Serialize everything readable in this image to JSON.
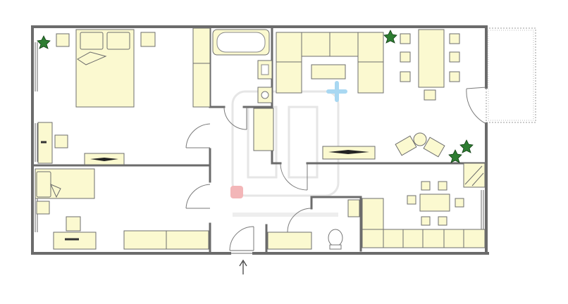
{
  "plan": {
    "accent_colors": {
      "furniture_fill": "#fbf9d0",
      "wall": "#6b6b6b",
      "plant": "#2e7d32",
      "watermark_cross": "#a9d8f2",
      "watermark_dot": "#f3b6b8"
    },
    "rooms": [
      {
        "id": "bedroom-main"
      },
      {
        "id": "bedroom-small"
      },
      {
        "id": "bathroom"
      },
      {
        "id": "hallway"
      },
      {
        "id": "living-room"
      },
      {
        "id": "dining-kitchen"
      },
      {
        "id": "wc"
      },
      {
        "id": "balcony"
      }
    ],
    "entrance_marker": {
      "icon": "up-arrow-icon"
    }
  }
}
